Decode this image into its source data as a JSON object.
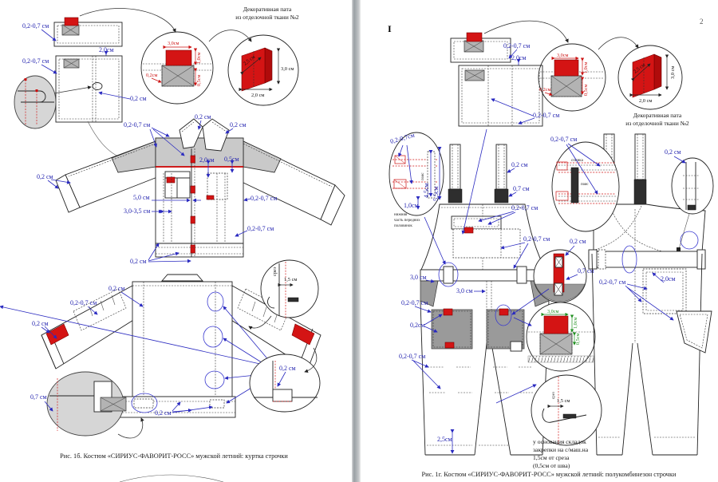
{
  "document": {
    "page_number": "2",
    "text_cursor": "I",
    "left_figure_caption": "Рис. 1б. Костюм «СИРИУС-ФАВОРИТ-РОСС» мужской летний: куртка строчки",
    "right_figure_caption": "Рис. 1г. Костюм «СИРИУС-ФАВОРИТ-РОСС» мужской летний: полукомбинезон строчки",
    "deco_flap_title_line1": "Декоративная пата",
    "deco_flap_title_line2": "из отделочной ткани №2",
    "pleat_note_line1": "у основания складок",
    "pleat_note_line2": "закрепки на с/маш.на",
    "pleat_note_line3": "1,5см от среза",
    "pleat_note_line4": "(0,5см от шва)",
    "front_halves_note_line1": "нижняя",
    "front_halves_note_line2": "часть передних",
    "front_halves_note_line3": "половинок"
  },
  "labels": {
    "v0207": "0,2-0,7 см",
    "v0207c": "0,2-0,7см",
    "v02": "0,2 см",
    "v02c": "0,2см",
    "v20c": "2,0см",
    "v20": "2,0 см",
    "v05c": "0,5см",
    "v50": "5,0 см",
    "v3035": "3,0-3,5 см",
    "v30": "3,0 см",
    "v30c": "3,0см",
    "v10c": "1,0см",
    "v07": "0,7 см",
    "v15": "1,5 см",
    "v25": "2,5 см",
    "v25c": "2,5см",
    "v45c": "4,5см",
    "v55c": "5,5см",
    "srez": "срез",
    "spinka": "спинка",
    "poyas": "пояс"
  },
  "colors": {
    "accent_red": "#d41414",
    "label_blue": "#1f1fae",
    "detail_green": "#1f8f1f",
    "fabric_gray": "#c9c9c9"
  }
}
